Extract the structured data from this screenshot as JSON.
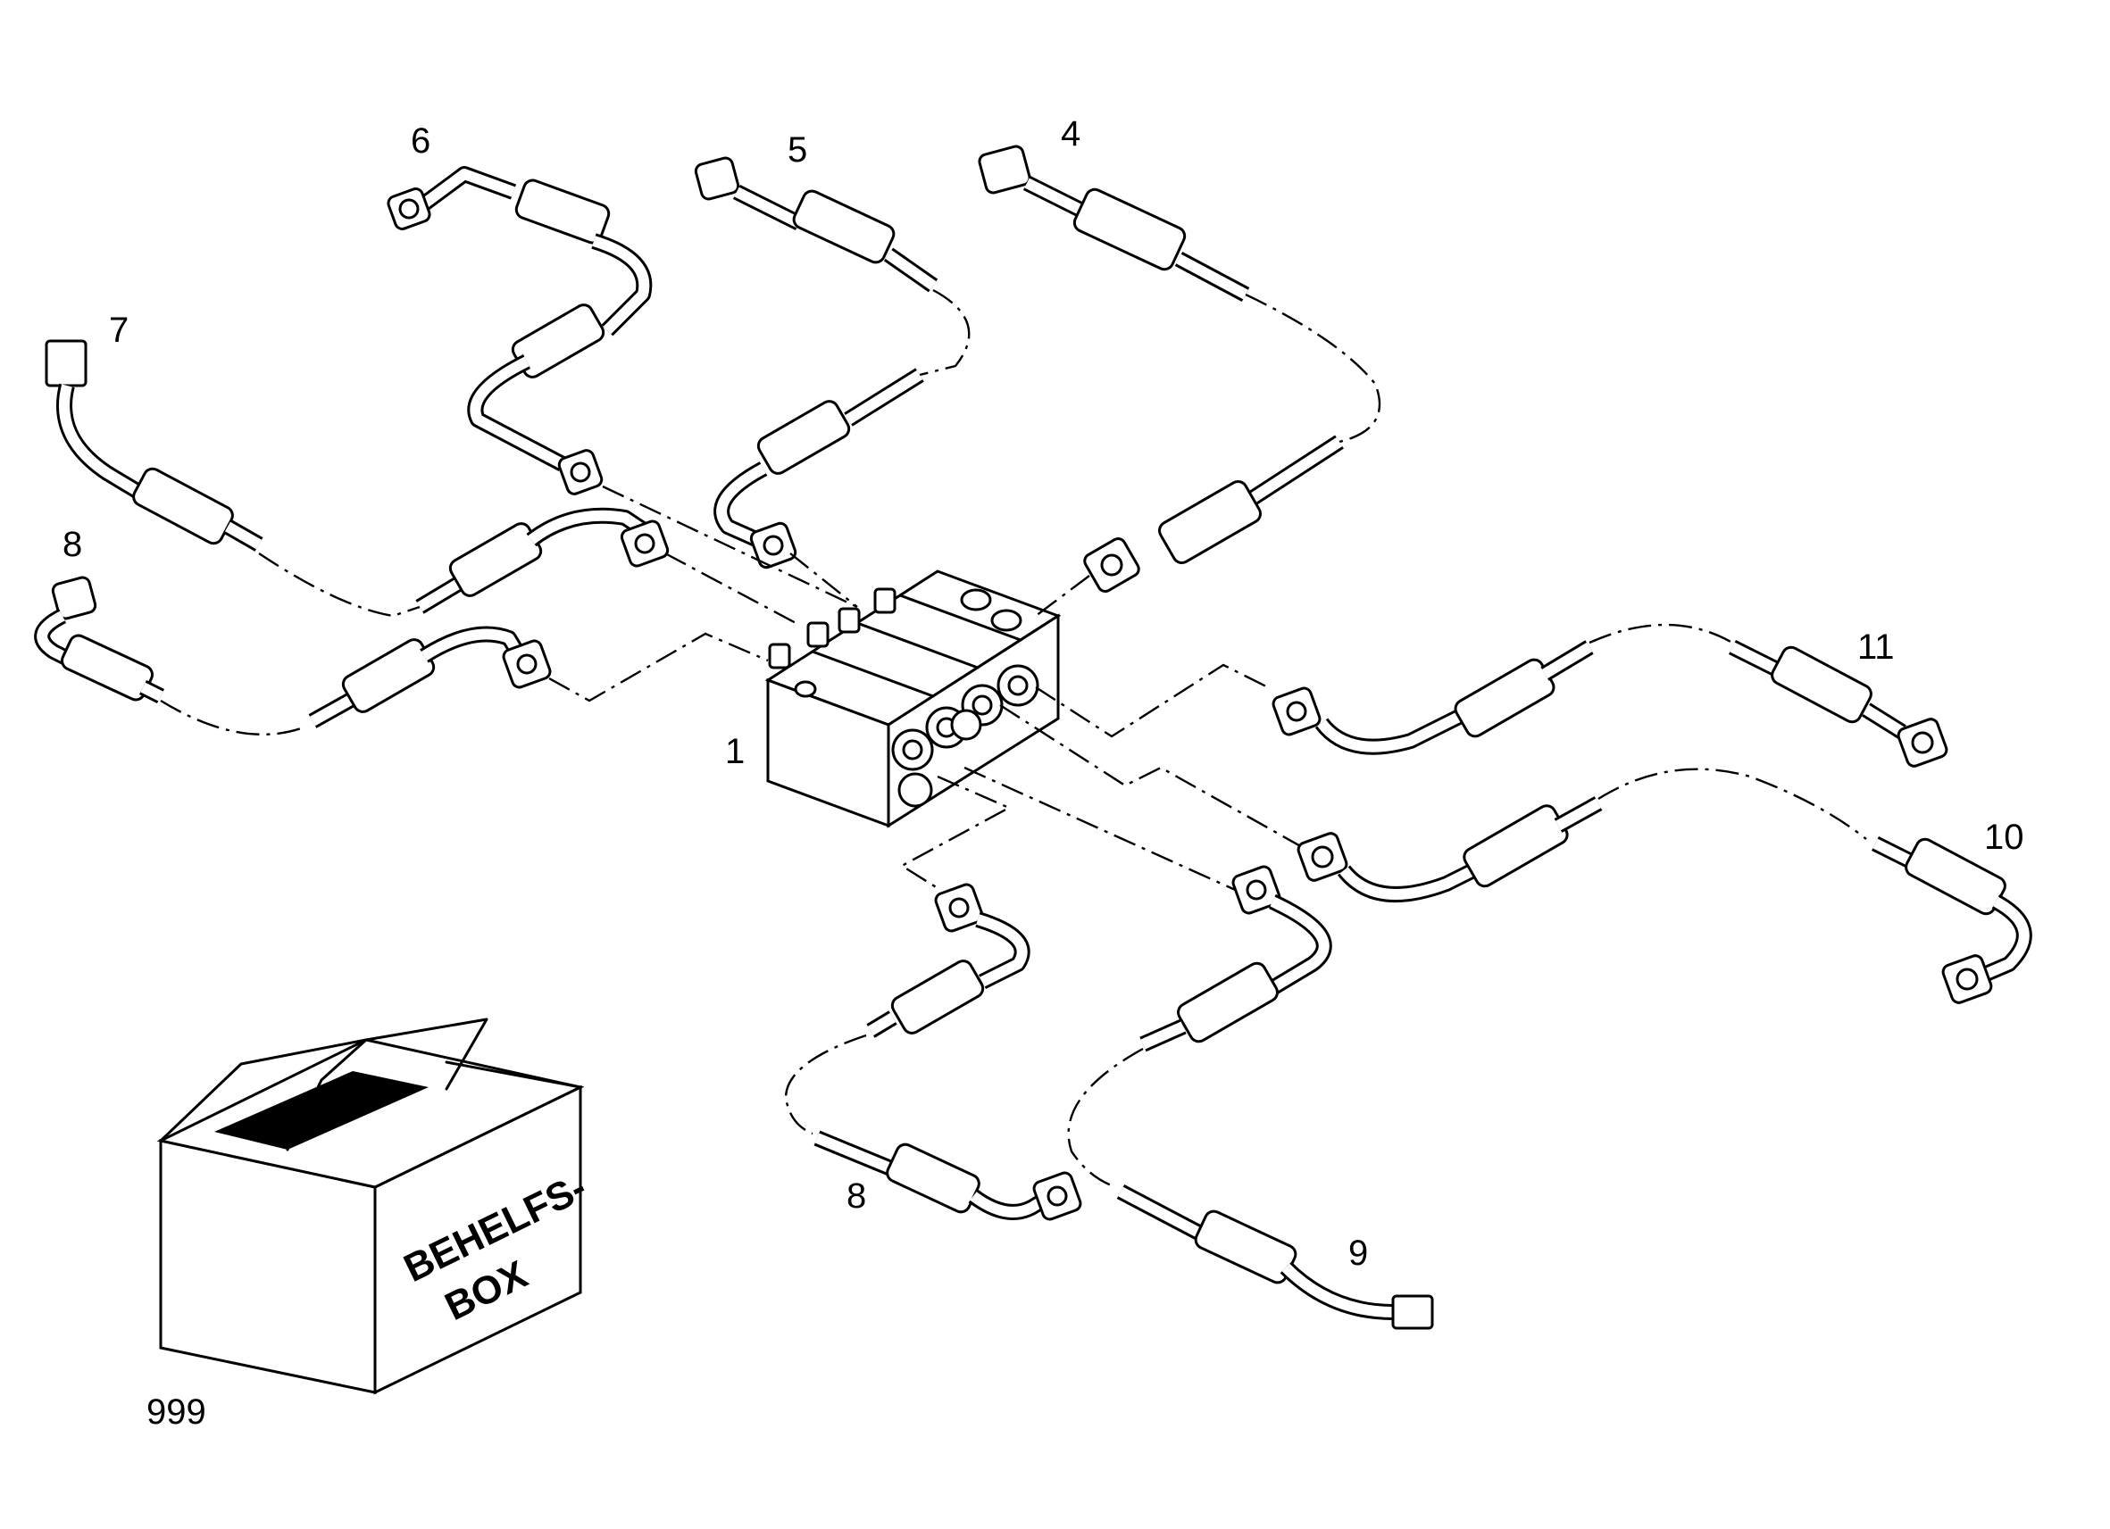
{
  "diagram": {
    "callouts": [
      {
        "id": "label-1",
        "text": "1"
      },
      {
        "id": "label-4",
        "text": "4"
      },
      {
        "id": "label-5",
        "text": "5"
      },
      {
        "id": "label-6",
        "text": "6"
      },
      {
        "id": "label-7",
        "text": "7"
      },
      {
        "id": "label-8-left",
        "text": "8"
      },
      {
        "id": "label-8-bottom",
        "text": "8"
      },
      {
        "id": "label-9",
        "text": "9"
      },
      {
        "id": "label-10",
        "text": "10"
      },
      {
        "id": "label-11",
        "text": "11"
      },
      {
        "id": "label-999",
        "text": "999"
      }
    ],
    "box_text_line1": "BEHELFS-",
    "box_text_line2": "BOX",
    "colors": {
      "line": "#000000",
      "background": "#ffffff"
    }
  }
}
